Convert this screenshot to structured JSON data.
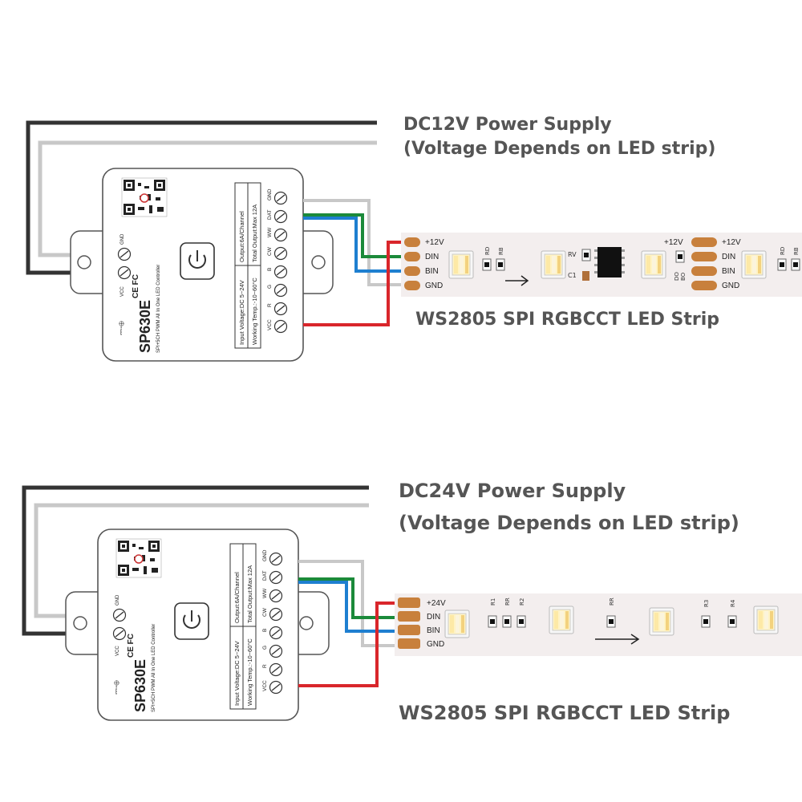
{
  "diagrams": [
    {
      "power_supply_line1": "DC12V Power Supply",
      "power_supply_line2": "(Voltage Depends on LED strip)",
      "strip_label": "WS2805 SPI RGBCCT LED Strip",
      "strip_pads": [
        "+12V",
        "DIN",
        "BIN",
        "GND"
      ],
      "strip_pads_right": [
        "+12V",
        "DIN",
        "BIN",
        "GND"
      ],
      "strip_component_labels": [
        "RD",
        "RB",
        "RV",
        "C1",
        "DO",
        "BO",
        "RD",
        "RB"
      ]
    },
    {
      "power_supply_line1": "DC24V Power Supply",
      "power_supply_line2": "(Voltage Depends on LED strip)",
      "strip_label": "WS2805 SPI RGBCCT LED Strip",
      "strip_pads": [
        "+24V",
        "DIN",
        "BIN",
        "GND"
      ],
      "strip_component_labels": [
        "R1",
        "RR",
        "R2",
        "RR",
        "R3",
        "R4"
      ]
    }
  ],
  "controller": {
    "model": "SP630E",
    "subtitle": "SPI+5CH PWM All In One LED Controller",
    "spec_input": "Input Voltage:DC 5~24V",
    "spec_temp": "Working Temp.:-10~60°C",
    "spec_output": "Output:6A/Channel",
    "spec_total": "Total Output:Max 12A",
    "terminals_top": [
      "GND",
      "DAT",
      "WW",
      "CW",
      "B",
      "G",
      "R",
      "VCC"
    ],
    "power_terminals": [
      "GND",
      "VCC"
    ],
    "cert_marks": "CE FC"
  },
  "colors": {
    "wire_black": "#333333",
    "wire_gray": "#c8c8c8",
    "wire_blue": "#1e7fd0",
    "wire_green": "#1b8a3a",
    "wire_red": "#d9262b",
    "label": "#555555",
    "strip_bg": "#f3eeee",
    "pad": "#c8803c"
  }
}
